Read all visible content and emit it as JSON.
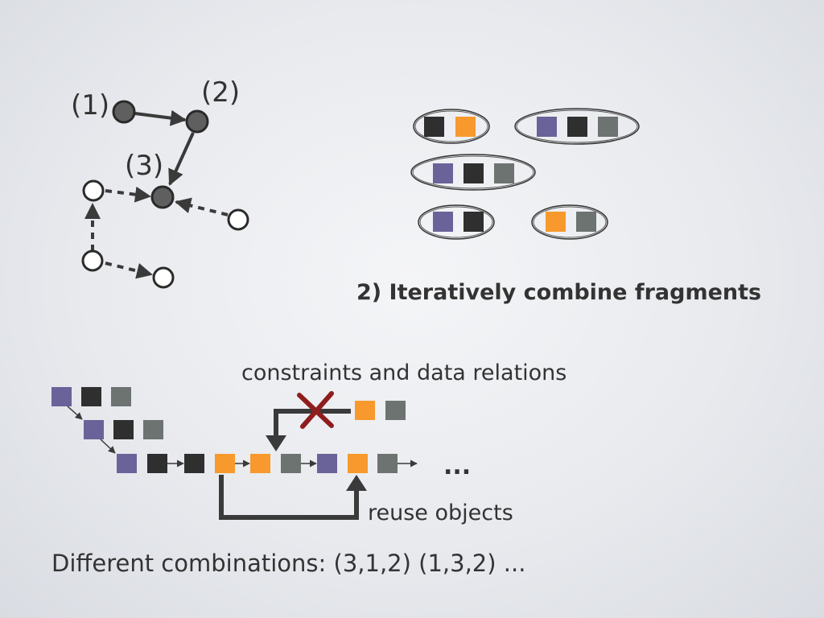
{
  "graph": {
    "node_labels": [
      "(1)",
      "(2)",
      "(3)"
    ]
  },
  "fragments_caption": "2) Iteratively combine fragments",
  "constraints_label": "constraints and data relations",
  "reuse_label": "reuse objects",
  "chain_ellipsis": "...",
  "combinations_text": "Different combinations: (3,1,2) (1,3,2) ...",
  "colors": {
    "purple": "#6a6399",
    "black": "#2f2f2f",
    "orange": "#f7992c",
    "gray": "#6d7370",
    "cross": "#8f1d1d",
    "node_fill": "#5f5f5f",
    "line": "#3a3a3a"
  }
}
